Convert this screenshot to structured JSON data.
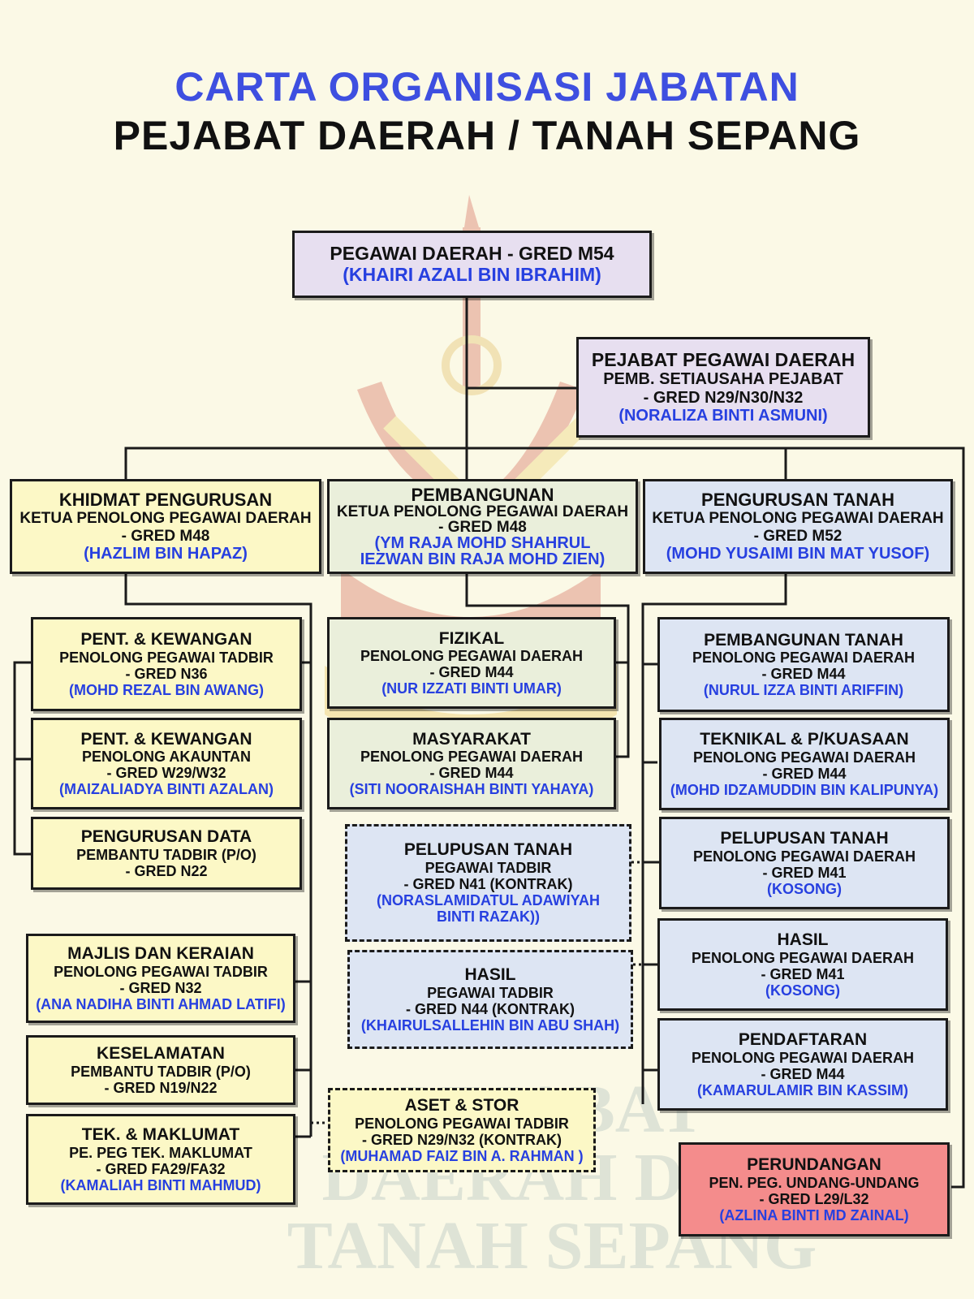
{
  "header": {
    "title": "CARTA ORGANISASI JABATAN",
    "subtitle": "PEJABAT DAERAH / TANAH SEPANG"
  },
  "watermark": {
    "lines": [
      "PEJABAT DAERAH DAN",
      "TANAH SEPANG"
    ]
  },
  "colors": {
    "title_blue": "#3e4fe0",
    "name_blue": "#2740e0",
    "top_box": "#e7dff0",
    "yellow_box": "#fcf8c6",
    "green_box": "#eaefdb",
    "blue_box": "#dde5f3",
    "red_box": "#f48c8c"
  },
  "boxes": {
    "pegawai_daerah": {
      "title": "PEGAWAI DAERAH - GRED M54",
      "name": "(KHAIRI AZALI BIN IBRAHIM)"
    },
    "pejabat_pd": {
      "title": "PEJABAT PEGAWAI DAERAH",
      "post": "PEMB. SETIAUSAHA PEJABAT",
      "grade": "- GRED N29/N30/N32",
      "name": "(NORALIZA BINTI ASMUNI)"
    },
    "khidmat": {
      "title": "KHIDMAT PENGURUSAN",
      "post": "KETUA PENOLONG PEGAWAI DAERAH",
      "grade": "- GRED M48",
      "name": "(HAZLIM BIN HAPAZ)"
    },
    "pembangunan": {
      "title": "PEMBANGUNAN",
      "post": "KETUA PENOLONG PEGAWAI DAERAH",
      "grade": "- GRED M48",
      "name": "(YM RAJA MOHD SHAHRUL IEZWAN BIN RAJA MOHD ZIEN)"
    },
    "pengurusan_tanah": {
      "title": "PENGURUSAN TANAH",
      "post": "KETUA PENOLONG PEGAWAI DAERAH",
      "grade": "- GRED M52",
      "name": "(MOHD YUSAIMI BIN MAT YUSOF)"
    },
    "kewangan_1": {
      "title": "PENT. & KEWANGAN",
      "post": "PENOLONG PEGAWAI TADBIR",
      "grade": "- GRED N36",
      "name": "(MOHD REZAL BIN AWANG)"
    },
    "kewangan_2": {
      "title": "PENT. & KEWANGAN",
      "post": "PENOLONG AKAUNTAN",
      "grade": "- GRED W29/W32",
      "name": "(MAIZALIADYA BINTI AZALAN)"
    },
    "pengurusan_data": {
      "title": "PENGURUSAN DATA",
      "post": "PEMBANTU TADBIR (P/O)",
      "grade": "- GRED N22",
      "name": ""
    },
    "majlis": {
      "title": "MAJLIS DAN KERAIAN",
      "post": "PENOLONG PEGAWAI TADBIR",
      "grade": "- GRED N32",
      "name": "(ANA NADIHA BINTI AHMAD LATIFI)"
    },
    "keselamatan": {
      "title": "KESELAMATAN",
      "post": "PEMBANTU TADBIR (P/O)",
      "grade": "- GRED N19/N22",
      "name": ""
    },
    "tek_maklumat": {
      "title": "TEK. & MAKLUMAT",
      "post": "PE. PEG TEK. MAKLUMAT",
      "grade": "- GRED FA29/FA32",
      "name": "(KAMALIAH BINTI MAHMUD)"
    },
    "fizikal": {
      "title": "FIZIKAL",
      "post": "PENOLONG PEGAWAI DAERAH",
      "grade": "- GRED M44",
      "name": "(NUR IZZATI BINTI UMAR)"
    },
    "masyarakat": {
      "title": "MASYARAKAT",
      "post": "PENOLONG PEGAWAI DAERAH",
      "grade": "- GRED M44",
      "name": "(SITI NOORAISHAH BINTI YAHAYA)"
    },
    "pelupusan_kontrak": {
      "title": "PELUPUSAN TANAH",
      "post": "PEGAWAI TADBIR",
      "grade": "- GRED N41 (KONTRAK)",
      "name": "(NORASLAMIDATUL ADAWIYAH BINTI RAZAK))"
    },
    "hasil_kontrak": {
      "title": "HASIL",
      "post": "PEGAWAI TADBIR",
      "grade": "- GRED N44 (KONTRAK)",
      "name": "(KHAIRULSALLEHIN BIN ABU SHAH)"
    },
    "aset_stor": {
      "title": "ASET & STOR",
      "post": "PENOLONG PEGAWAI TADBIR",
      "grade": "- GRED N29/N32 (KONTRAK)",
      "name": "(MUHAMAD FAIZ BIN A. RAHMAN )"
    },
    "pembangunan_tanah": {
      "title": "PEMBANGUNAN TANAH",
      "post": "PENOLONG PEGAWAI DAERAH",
      "grade": "- GRED M44",
      "name": "(NURUL IZZA BINTI ARIFFIN)"
    },
    "teknikal": {
      "title": "TEKNIKAL & P/KUASAAN",
      "post": "PENOLONG PEGAWAI DAERAH",
      "grade": "- GRED M44",
      "name": "(MOHD IDZAMUDDIN BIN KALIPUNYA)"
    },
    "pelupusan_tanah": {
      "title": "PELUPUSAN TANAH",
      "post": "PENOLONG PEGAWAI DAERAH",
      "grade": "- GRED M41",
      "name": "(KOSONG)"
    },
    "hasil": {
      "title": "HASIL",
      "post": "PENOLONG PEGAWAI DAERAH",
      "grade": "- GRED M41",
      "name": "(KOSONG)"
    },
    "pendaftaran": {
      "title": "PENDAFTARAN",
      "post": "PENOLONG PEGAWAI DAERAH",
      "grade": "- GRED M44",
      "name": "(KAMARULAMIR BIN KASSIM)"
    },
    "perundangan": {
      "title": "PERUNDANGAN",
      "post": "PEN. PEG. UNDANG-UNDANG",
      "grade": "- GRED L29/L32",
      "name": "(AZLINA BINTI MD ZAINAL)"
    }
  }
}
